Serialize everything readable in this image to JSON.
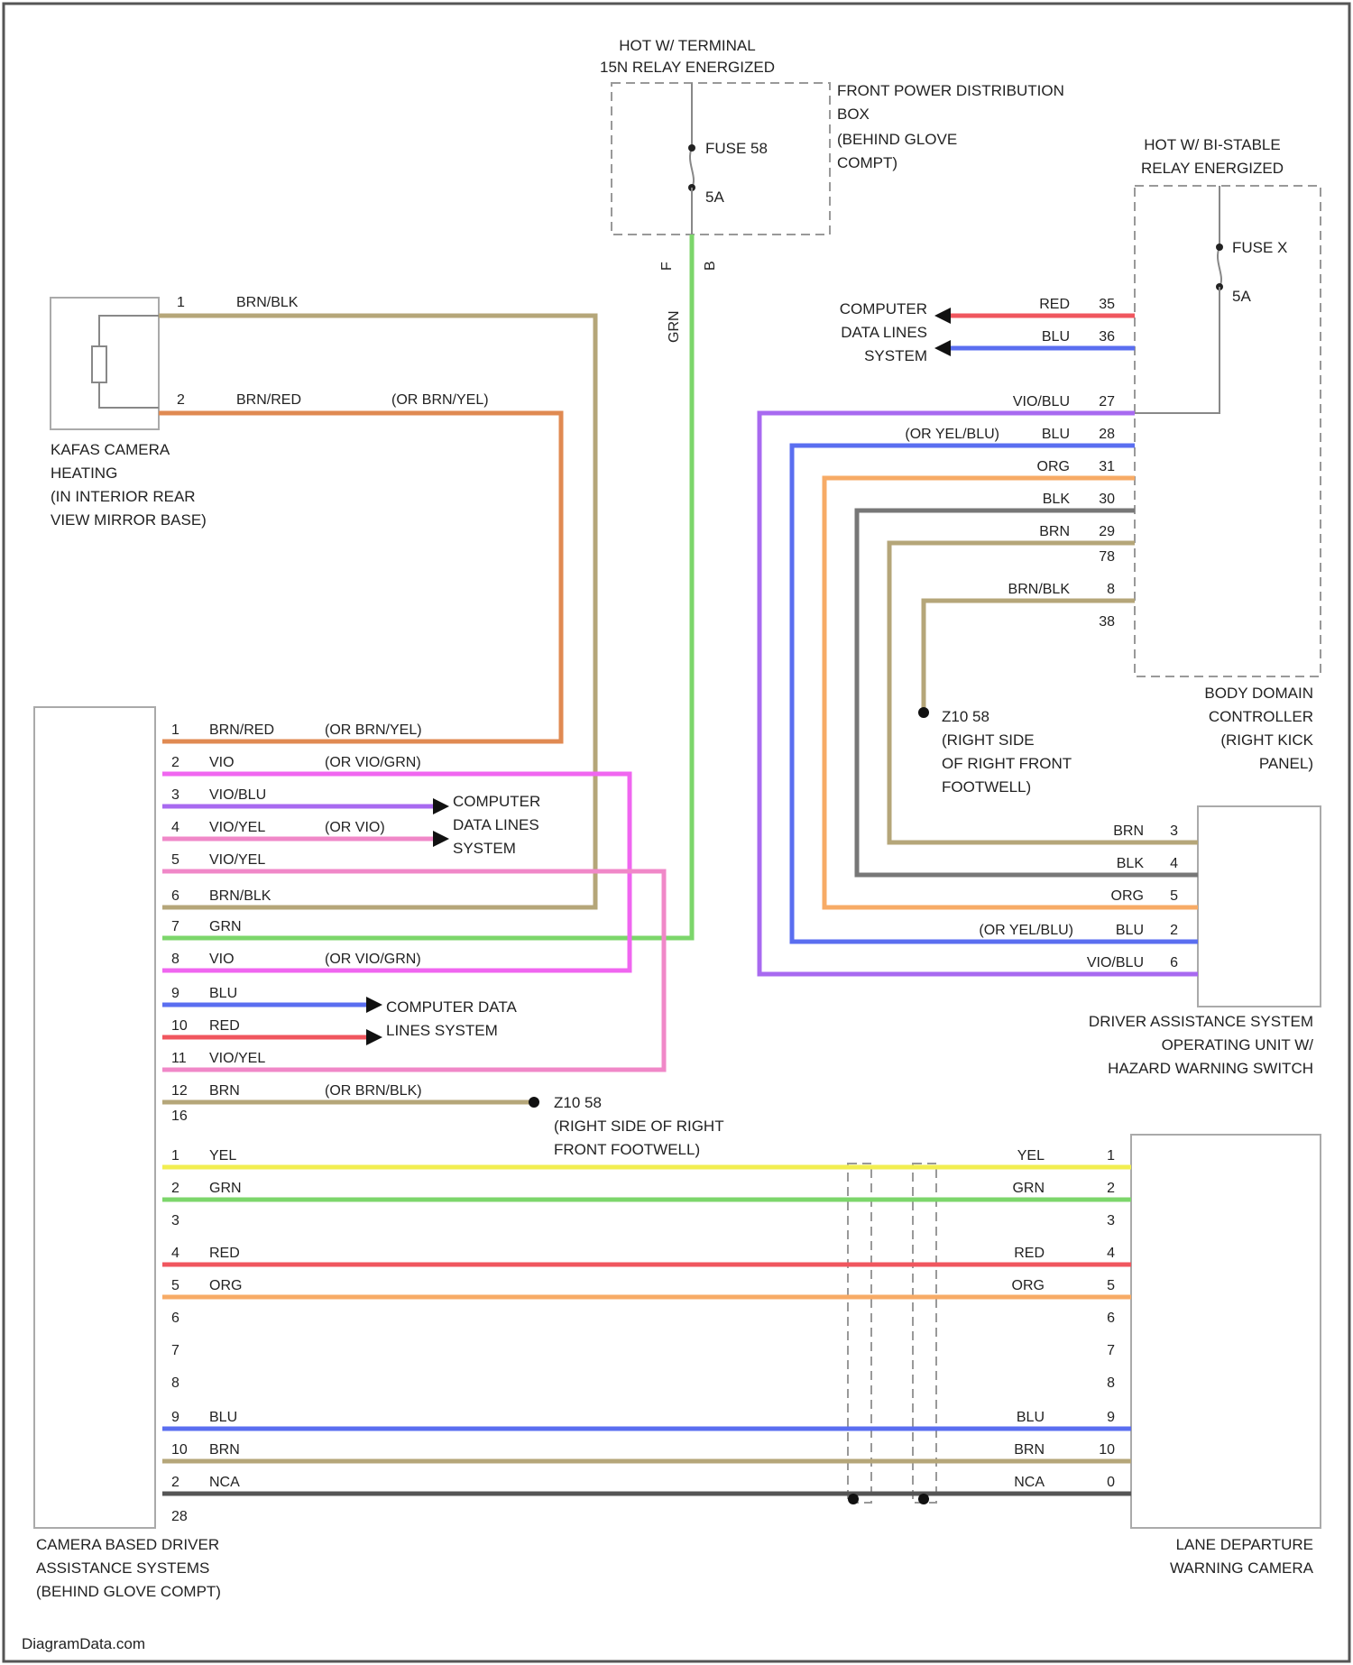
{
  "colors": {
    "BRN": "#b5a679",
    "BRNRED": "#e08a52",
    "GRN": "#7cd66b",
    "RED": "#f0565e",
    "BLU": "#5a6ef0",
    "VIO": "#f066f0",
    "VIOBLU": "#a86af0",
    "VIOYEL": "#f088c8",
    "ORG": "#f7ab66",
    "BLK": "#777777",
    "YEL": "#f2ee50",
    "NCA": "#555555"
  },
  "title": {
    "hot_terminal": "HOT W/ TERMINAL",
    "relay": "15N RELAY ENERGIZED"
  },
  "front_pdb": {
    "lines": [
      "FRONT POWER DISTRIBUTION",
      "BOX",
      "(BEHIND GLOVE",
      "COMPT)"
    ],
    "fuse": "FUSE 58",
    "rating": "5A",
    "wire_color": "GRN",
    "pins": [
      "F",
      "B"
    ]
  },
  "hot_bistable": {
    "lines": [
      "HOT W/ BI-STABLE",
      "RELAY ENERGIZED"
    ],
    "fuse": "FUSE X",
    "rating": "5A"
  },
  "kafas": {
    "label_lines": [
      "KAFAS CAMERA",
      "HEATING",
      "(IN INTERIOR REAR",
      "VIEW MIRROR BASE)"
    ],
    "pins": [
      {
        "pin": "1",
        "color": "BRN/BLK",
        "alt": ""
      },
      {
        "pin": "2",
        "color": "BRN/RED",
        "alt": "(OR BRN/YEL)"
      }
    ]
  },
  "bdc": {
    "label_lines": [
      "BODY DOMAIN",
      "CONTROLLER",
      "(RIGHT KICK",
      "PANEL)"
    ],
    "data_lines_label": [
      "COMPUTER",
      "DATA LINES",
      "SYSTEM"
    ],
    "pins": [
      {
        "pin": "35",
        "color": "RED",
        "alt": ""
      },
      {
        "pin": "36",
        "color": "BLU",
        "alt": ""
      },
      {
        "pin": "27",
        "color": "VIO/BLU",
        "alt": ""
      },
      {
        "pin": "28",
        "color": "BLU",
        "alt": "(OR YEL/BLU)"
      },
      {
        "pin": "31",
        "color": "ORG",
        "alt": ""
      },
      {
        "pin": "30",
        "color": "BLK",
        "alt": ""
      },
      {
        "pin": "29",
        "color": "BRN",
        "alt": ""
      },
      {
        "pin": "78",
        "color": "",
        "alt": ""
      },
      {
        "pin": "8",
        "color": "BRN/BLK",
        "alt": ""
      },
      {
        "pin": "38",
        "color": "",
        "alt": ""
      }
    ]
  },
  "ground_right": {
    "label_lines": [
      "Z10 58",
      "(RIGHT SIDE",
      "OF RIGHT FRONT",
      "FOOTWELL)"
    ]
  },
  "das_unit": {
    "label_lines": [
      "DRIVER ASSISTANCE SYSTEM",
      "OPERATING UNIT W/",
      "HAZARD WARNING SWITCH"
    ],
    "pins": [
      {
        "pin": "3",
        "color": "BRN",
        "alt": ""
      },
      {
        "pin": "4",
        "color": "BLK",
        "alt": ""
      },
      {
        "pin": "5",
        "color": "ORG",
        "alt": ""
      },
      {
        "pin": "2",
        "color": "BLU",
        "alt": "(OR YEL/BLU)"
      },
      {
        "pin": "6",
        "color": "VIO/BLU",
        "alt": ""
      }
    ]
  },
  "camera_das": {
    "label_lines": [
      "CAMERA BASED DRIVER",
      "ASSISTANCE SYSTEMS",
      "(BEHIND GLOVE COMPT)"
    ],
    "upper_pins": [
      {
        "pin": "1",
        "color": "BRN/RED",
        "alt": "(OR BRN/YEL)"
      },
      {
        "pin": "2",
        "color": "VIO",
        "alt": "(OR VIO/GRN)"
      },
      {
        "pin": "3",
        "color": "VIO/BLU",
        "alt": ""
      },
      {
        "pin": "4",
        "color": "VIO/YEL",
        "alt": "(OR VIO)"
      },
      {
        "pin": "5",
        "color": "VIO/YEL",
        "alt": ""
      },
      {
        "pin": "6",
        "color": "BRN/BLK",
        "alt": ""
      },
      {
        "pin": "7",
        "color": "GRN",
        "alt": ""
      },
      {
        "pin": "8",
        "color": "VIO",
        "alt": "(OR VIO/GRN)"
      },
      {
        "pin": "9",
        "color": "BLU",
        "alt": ""
      },
      {
        "pin": "10",
        "color": "RED",
        "alt": ""
      },
      {
        "pin": "11",
        "color": "VIO/YEL",
        "alt": ""
      },
      {
        "pin": "12",
        "color": "BRN",
        "alt": "(OR BRN/BLK)"
      },
      {
        "pin": "16",
        "color": "",
        "alt": ""
      }
    ],
    "data_lines_label_1": [
      "COMPUTER",
      "DATA LINES",
      "SYSTEM"
    ],
    "data_lines_label_2": [
      "COMPUTER DATA",
      "LINES SYSTEM"
    ],
    "ground_label_lines": [
      "Z10 58",
      "(RIGHT SIDE OF RIGHT",
      "FRONT FOOTWELL)"
    ]
  },
  "ldw": {
    "label_lines": [
      "LANE DEPARTURE",
      "WARNING CAMERA"
    ],
    "wires": [
      {
        "pin_left": "1",
        "pin_right": "1",
        "color": "YEL"
      },
      {
        "pin_left": "2",
        "pin_right": "2",
        "color": "GRN"
      },
      {
        "pin_left": "3",
        "pin_right": "3",
        "color": ""
      },
      {
        "pin_left": "4",
        "pin_right": "4",
        "color": "RED"
      },
      {
        "pin_left": "5",
        "pin_right": "5",
        "color": "ORG"
      },
      {
        "pin_left": "6",
        "pin_right": "6",
        "color": ""
      },
      {
        "pin_left": "7",
        "pin_right": "7",
        "color": ""
      },
      {
        "pin_left": "8",
        "pin_right": "8",
        "color": ""
      },
      {
        "pin_left": "9",
        "pin_right": "9",
        "color": "BLU"
      },
      {
        "pin_left": "10",
        "pin_right": "10",
        "color": "BRN"
      },
      {
        "pin_left": "2",
        "pin_right": "0",
        "color": "NCA"
      }
    ],
    "bottom_pin": "28"
  },
  "watermark": "DiagramData.com"
}
